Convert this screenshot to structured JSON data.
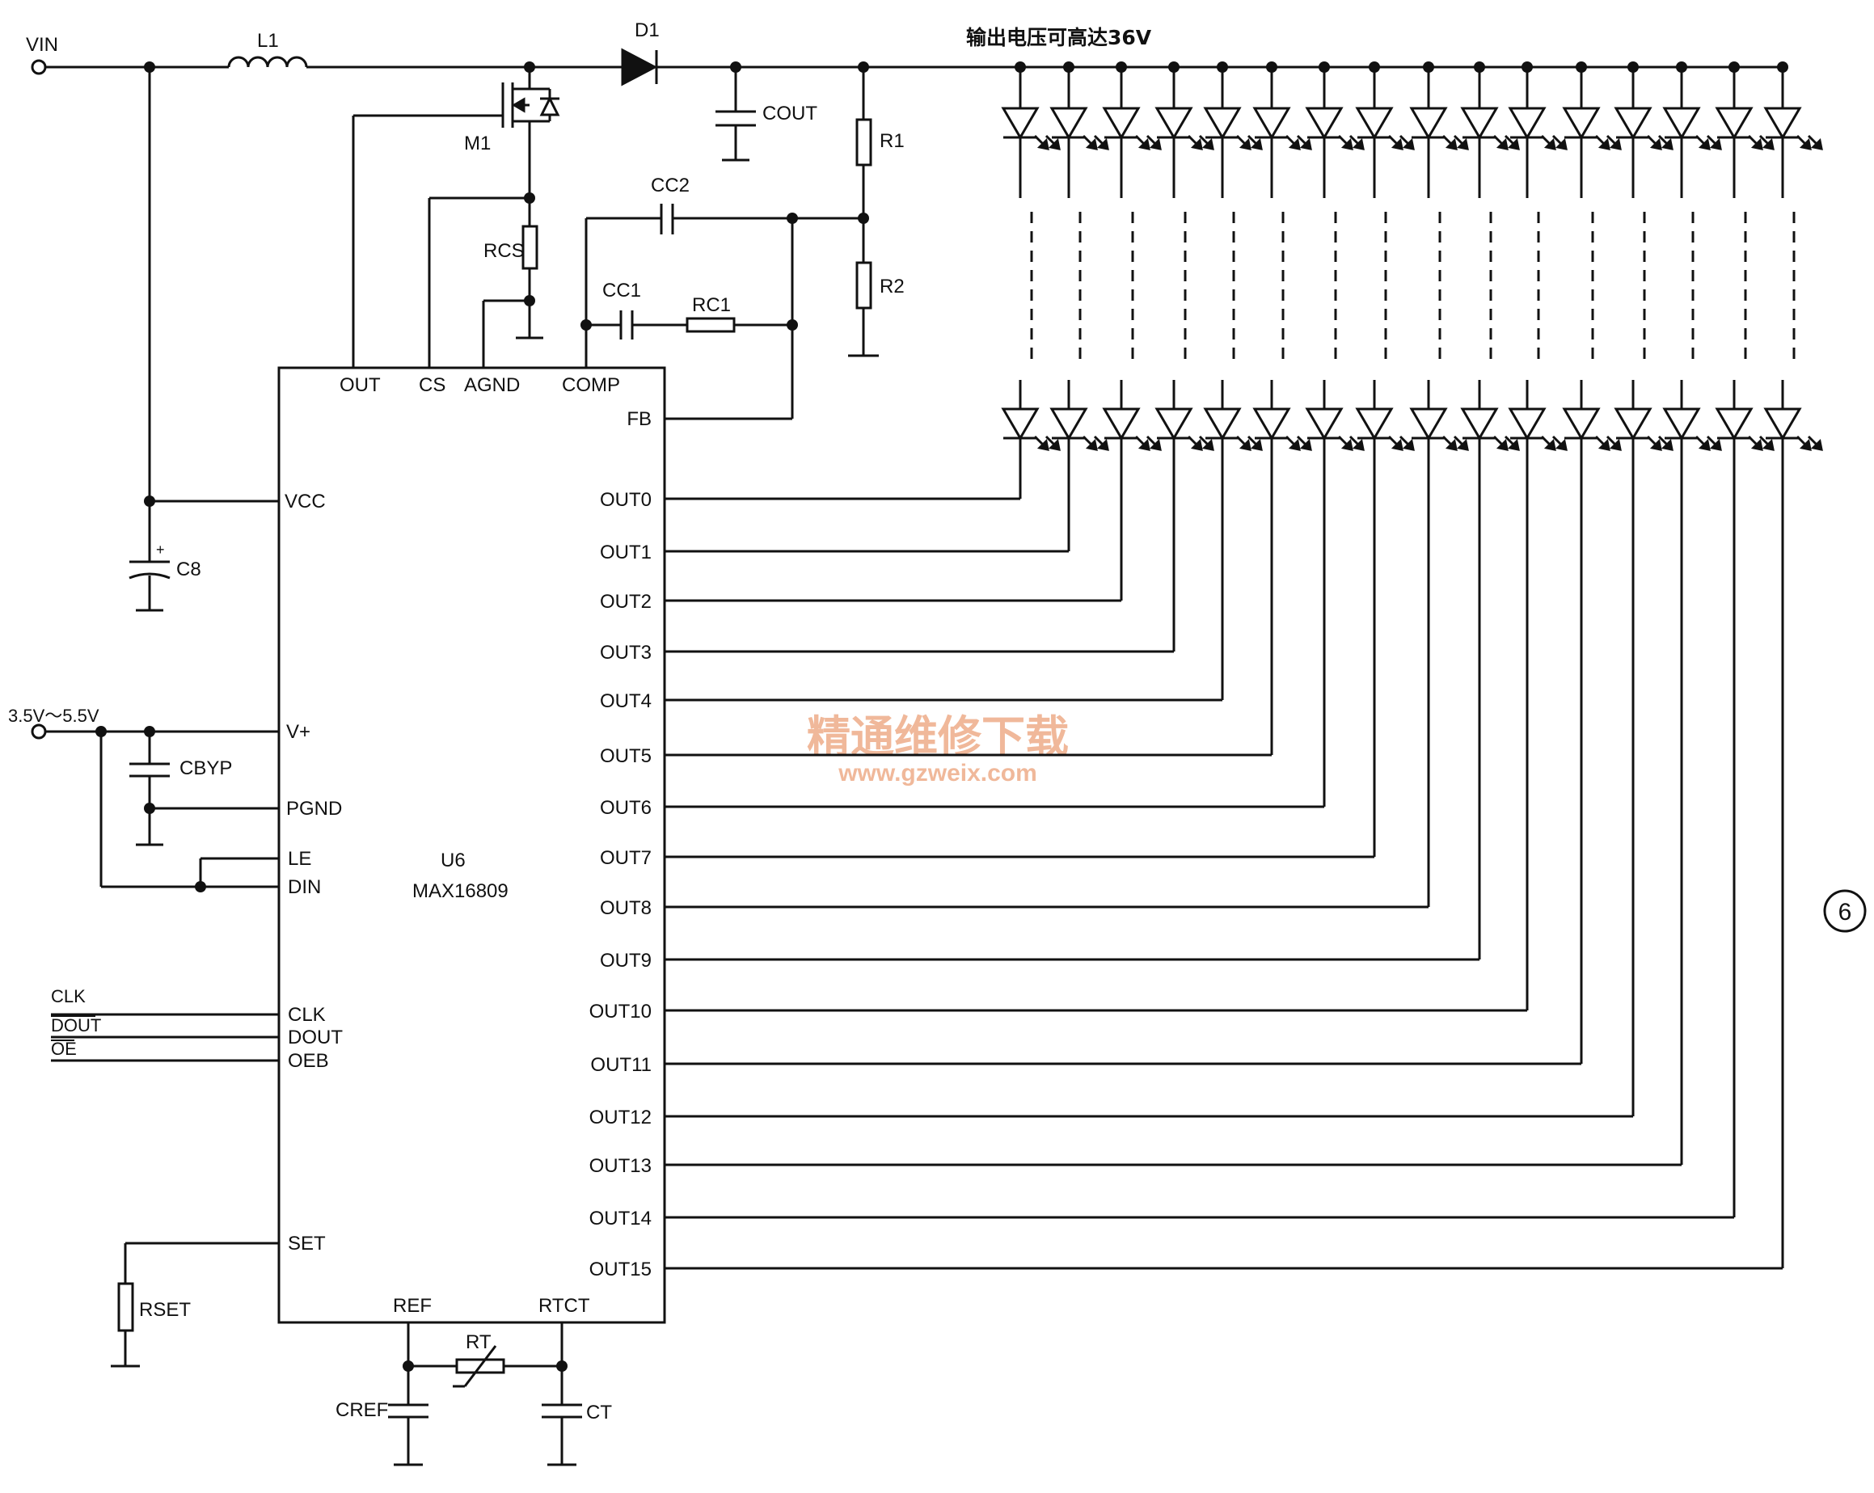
{
  "top_note": "输出电压可高达36V",
  "figure_number": "⑥",
  "watermark": {
    "name": "精通维修下载",
    "url": "www.gzweix.com",
    "color": "#f0b89a"
  },
  "ic": {
    "ref": "U6",
    "part": "MAX16809",
    "top_pins": [
      "OUT",
      "CS",
      "AGND",
      "COMP"
    ],
    "left_pins": [
      "VCC",
      "V+",
      "PGND",
      "LE",
      "DIN",
      "CLK",
      "DOUT",
      "OEB",
      "SET"
    ],
    "right_pins": [
      "FB",
      "OUT0",
      "OUT1",
      "OUT2",
      "OUT3",
      "OUT4",
      "OUT5",
      "OUT6",
      "OUT7",
      "OUT8",
      "OUT9",
      "OUT10",
      "OUT11",
      "OUT12",
      "OUT13",
      "OUT14",
      "OUT15"
    ],
    "bottom_pins": [
      "REF",
      "RTCT"
    ]
  },
  "components": {
    "vin": "VIN",
    "l1": "L1",
    "d1": "D1",
    "m1": "M1",
    "rcs": "RCS",
    "cout": "COUT",
    "r1": "R1",
    "r2": "R2",
    "cc2": "CC2",
    "cc1": "CC1",
    "rc1": "RC1",
    "c8": "C8",
    "c8_polarity": "+",
    "cbyp": "CBYP",
    "rset": "RSET",
    "rt": "RT",
    "cref": "CREF",
    "ct": "CT"
  },
  "inputs": {
    "supply": "3.5V～5.5V",
    "clk": "CLK",
    "dout": "DOUT",
    "oe": "OE"
  },
  "led_strings": {
    "count": 16
  }
}
